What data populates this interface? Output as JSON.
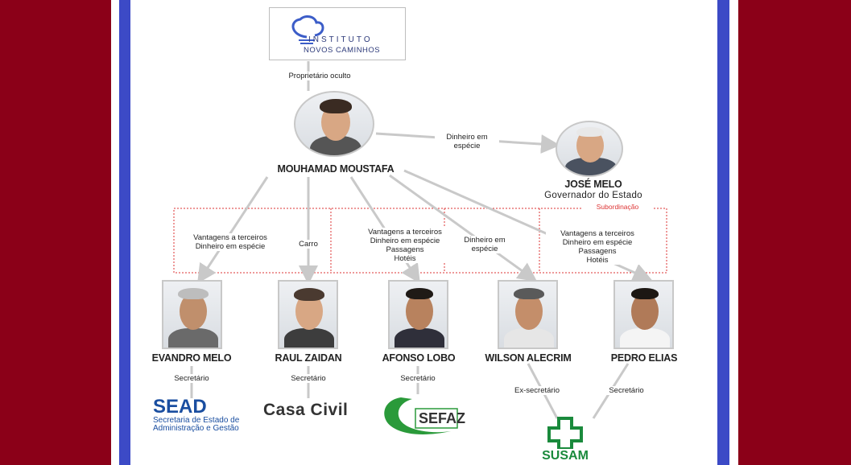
{
  "colors": {
    "frame": "#8b0018",
    "bar": "#3c4ac6",
    "arrow": "#c9c9c9",
    "dotted": "#d33",
    "susam": "#1a8a3c",
    "sead": "#1a4ea0"
  },
  "top": {
    "logo_line1": "INSTITUTO",
    "logo_line2": "NOVOS CAMINHOS",
    "label": "Proprietário oculto"
  },
  "center": {
    "name": "MOUHAMAD MOUSTAFA",
    "cash_label": "Dinheiro em\nespécie"
  },
  "governor": {
    "name": "JOSÉ MELO",
    "title": "Governador do Estado",
    "subordination": "Subordinação"
  },
  "links": [
    {
      "label": "Vantagens a terceiros\nDinheiro em espécie"
    },
    {
      "label": "Carro"
    },
    {
      "label": "Vantagens a terceiros\nDinheiro em espécie\nPassagens\nHotéis"
    },
    {
      "label": "Dinheiro em\nespécie"
    },
    {
      "label": "Vantagens a terceiros\nDinheiro em espécie\nPassagens\nHotéis"
    }
  ],
  "people": [
    {
      "name": "EVANDRO MELO",
      "role": "Secretário",
      "org": "SEAD",
      "org_sub": "Secretaria de Estado de\nAdministração e Gestão"
    },
    {
      "name": "RAUL ZAIDAN",
      "role": "Secretário",
      "org": "Casa Civil"
    },
    {
      "name": "AFONSO LOBO",
      "role": "Secretário",
      "org": "SEFAZ"
    },
    {
      "name": "WILSON ALECRIM",
      "role": "Ex-secretário",
      "org": "SUSAM"
    },
    {
      "name": "PEDRO ELIAS",
      "role": "Secretário"
    }
  ]
}
